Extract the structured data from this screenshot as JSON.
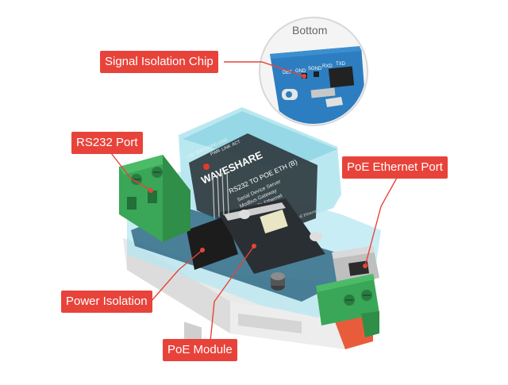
{
  "callouts": {
    "signal_isolation": "Signal Isolation Chip",
    "rs232_port": "RS232 Port",
    "poe_ethernet": "PoE Ethernet Port",
    "power_isolation": "Power Isolation",
    "poe_module": "PoE Module"
  },
  "inset": {
    "title": "Bottom",
    "pins": [
      "DEF",
      "GND",
      "SGND",
      "RXD",
      "TXD"
    ]
  },
  "device": {
    "brand": "WAVESHARE",
    "model": "RS232 TO POE ETH (B)",
    "desc1": "Serial Device Server",
    "desc2": "Modbus Gateway",
    "desc3": "RS232 To Ethernet",
    "top_pins": [
      "TXD",
      "RXD",
      "SGND",
      "GND"
    ],
    "leds": [
      "PWR",
      "LINK",
      "ACT"
    ],
    "power_spec": "DC 5~36V   PoE Ethernet"
  },
  "colors": {
    "callout": "#e8433a",
    "board": "#2a7db8",
    "terminal": "#3aa657",
    "enclosure": "#a8e3ee"
  }
}
